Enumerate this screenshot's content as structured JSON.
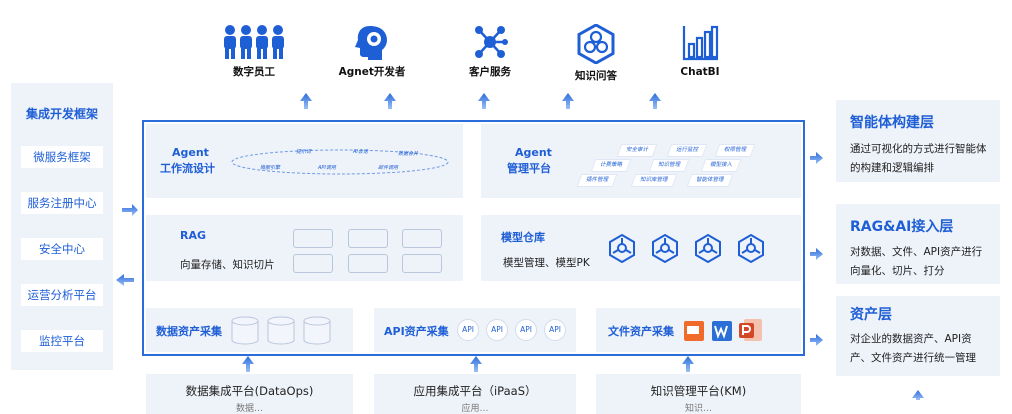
{
  "top_items": [
    {
      "label": "数字员工",
      "icon": "people-group-icon"
    },
    {
      "label": "Agnet开发者",
      "icon": "head-gear-icon"
    },
    {
      "label": "客户服务",
      "icon": "network-nodes-icon"
    },
    {
      "label": "知识问答",
      "icon": "hexagon-molecule-icon"
    },
    {
      "label": "ChatBI",
      "icon": "bar-chart-icon"
    }
  ],
  "left_panel": {
    "title": "集成开发框架",
    "items": [
      "微服务框架",
      "服务注册中心",
      "安全中心",
      "运营分析平台",
      "监控平台"
    ]
  },
  "agent_workflow": {
    "title_line1": "Agent",
    "title_line2": "工作流设计",
    "flow_nodes": [
      "提示词",
      "AI会话",
      "数据合并",
      "微服引擎",
      "API调用",
      "邮件调用"
    ]
  },
  "agent_management": {
    "title_line1": "Agent",
    "title_line2": "管理平台",
    "tags": [
      "安全审计",
      "运行监控",
      "权限管理",
      "计费策略",
      "知识管理",
      "模型接入",
      "插件管理",
      "知识库管理",
      "智能体管理"
    ]
  },
  "rag": {
    "title": "RAG",
    "text": "向量存储、知识切片"
  },
  "model_repo": {
    "title": "模型仓库",
    "text": "模型管理、模型PK"
  },
  "data_collection": {
    "title": "数据资产采集"
  },
  "api_collection": {
    "title": "API资产采集",
    "api_labels": [
      "API",
      "API",
      "API",
      "API"
    ]
  },
  "file_collection": {
    "title": "文件资产采集"
  },
  "right_cards": [
    {
      "title": "智能体构建层",
      "text": "通过可视化的方式进行智能体的构建和逻辑编排"
    },
    {
      "title": "RAG&AI接入层",
      "text": "对数据、文件、API资产进行向量化、切片、打分"
    },
    {
      "title": "资产层",
      "text": "对企业的数据资产、API资产、文件资产进行统一管理"
    }
  ],
  "bottom_cards": [
    {
      "title": "数据集成平台(DataOps)",
      "sub": "数据…"
    },
    {
      "title": "应用集成平台（iPaaS）",
      "sub": "应用…"
    },
    {
      "title": "知识管理平台(KM)",
      "sub": "知识…"
    }
  ],
  "colors": {
    "accent": "#1f5fd6",
    "panel_bg": "#eef2f9",
    "border": "#2a6cdc",
    "arrow": "#3b7be8"
  }
}
